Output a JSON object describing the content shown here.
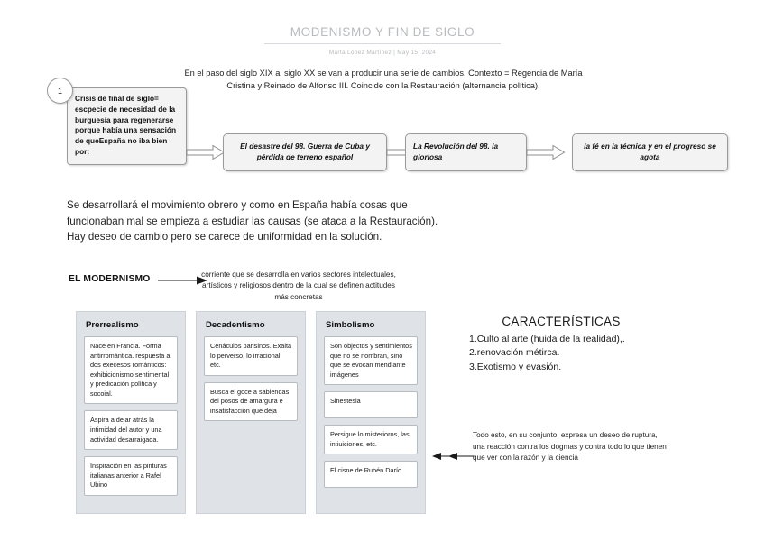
{
  "header": {
    "title": "MODENISMO Y FIN DE SIGLO",
    "byline": "Marta López Martínez  |  May 15, 2024"
  },
  "intro": {
    "paragraph": "En el paso del siglo XIX al siglo XX se van a producir una serie de cambios. Contexto = Regencia de María Cristina y Reinado de Alfonso III. Coincide con la Restauración (alternancia política)."
  },
  "flow": {
    "badge": "1",
    "step1": "Crisis de final de siglo= escpecie de necesidad de la burguesía para regenerarse porque había una sensación de queEspaña no iba bien por:",
    "step2": "El desastre del 98. Guerra de Cuba y pérdida de terreno español",
    "step3": "La Revolución del 98. la gloriosa",
    "step4": "la fé en la técnica y en el progreso se agota"
  },
  "body": {
    "paragraph": "Se desarrollará el movimiento obrero y como en España había cosas que funcionaban mal se empieza a estudiar las causas (se ataca a la Restauración). Hay deseo de cambio pero se carece de uniformidad en la solución."
  },
  "modernismo": {
    "label": "EL MODERNISMO",
    "definition": "corriente que se desarrolla en varios sectores intelectuales, artísticos y religiosos dentro de la cual se definen actitudes más concretas"
  },
  "columns": [
    {
      "title": "Prerrealismo",
      "cards": [
        "Nace en Francia. Forma antirromántica. respuesta a dos execesos románticos: exhibicionismo sentimental y predicación política y socoial.",
        "Aspira a dejar atrás la intimidad del autor y una actividad desarraigada.",
        "Inspiración en las pinturas italianas anterior a Rafel Ubino"
      ]
    },
    {
      "title": "Decadentismo",
      "cards": [
        "Cenáculos parisinos. Exalta lo perverso, lo irracional, etc.",
        "Busca el goce a sabiendas del posos de amargura e insatisfacción que deja"
      ]
    },
    {
      "title": "Simbolismo",
      "cards": [
        "Son objectos y sentimientos que no se nombran, sino que se evocan mendiante imágenes",
        "Sinestesia",
        "Persigue lo misterioros, las intiuiciones, etc.",
        "El cisne de Rubén Darío"
      ]
    }
  ],
  "caracteristicas": {
    "title": "CARACTERÍSTICAS",
    "items": [
      "1.Culto al arte (huida de la realidad),.",
      "2.renovación métirca.",
      "3.Exotismo y evasión."
    ]
  },
  "closing": {
    "note": "Todo esto, en su conjunto, expresa un deseo de ruptura, una reacción contra los dogmas y contra todo lo que tienen que ver con la razón y la ciencia"
  },
  "colors": {
    "panel_bg": "#dfe3e8",
    "flow_box_bg": "#f3f3f3",
    "title_gray": "#b9bbbe"
  }
}
